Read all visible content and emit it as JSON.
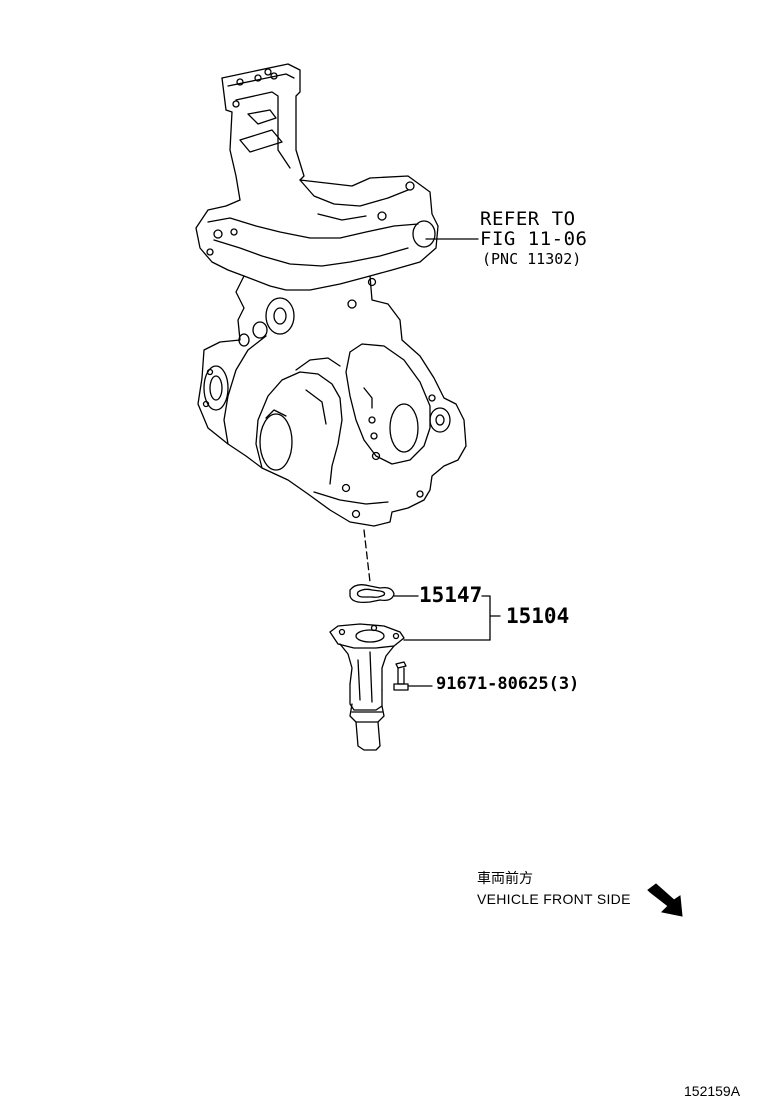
{
  "refer": {
    "line1": "REFER TO",
    "line2": "FIG 11-06",
    "line3": "(PNC 11302)"
  },
  "parts": {
    "gasket": "15147",
    "assembly": "15104",
    "bolt": "91671-80625(3)"
  },
  "direction": {
    "japanese": "車両前方",
    "english": "VEHICLE FRONT SIDE",
    "arrow_icon": "arrow-down-right-icon"
  },
  "figure_id": "152159A"
}
